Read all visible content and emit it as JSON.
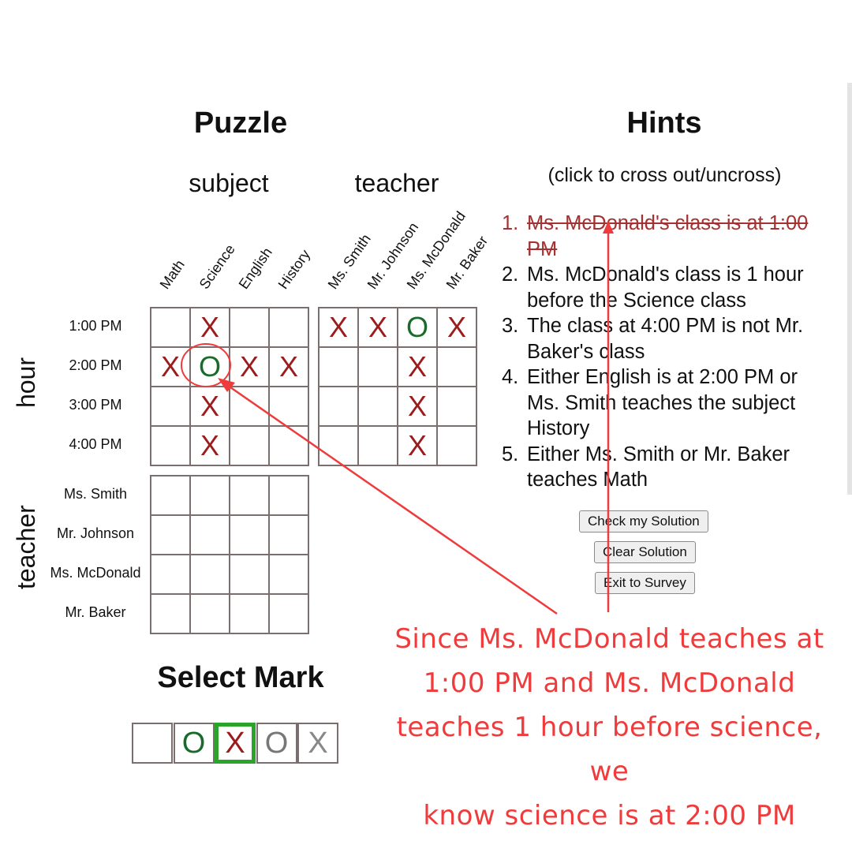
{
  "puzzle": {
    "title": "Puzzle",
    "subject_label": "subject",
    "teacher_label": "teacher",
    "hour_side_label": "hour",
    "teacher_side_label": "teacher",
    "subjects": [
      "Math",
      "Science",
      "English",
      "History"
    ],
    "teachers": [
      "Ms. Smith",
      "Mr. Johnson",
      "Ms. McDonald",
      "Mr. Baker"
    ],
    "hours": [
      "1:00 PM",
      "2:00 PM",
      "3:00 PM",
      "4:00 PM"
    ],
    "teacher_rows": [
      "Ms. Smith",
      "Mr. Johnson",
      "Ms. McDonald",
      "Mr. Baker"
    ],
    "hour_subject_marks": [
      [
        "",
        "X",
        "",
        ""
      ],
      [
        "X",
        "O",
        "X",
        "X"
      ],
      [
        "",
        "X",
        "",
        ""
      ],
      [
        "",
        "X",
        "",
        ""
      ]
    ],
    "hour_teacher_marks": [
      [
        "X",
        "X",
        "O",
        "X"
      ],
      [
        "",
        "",
        "X",
        ""
      ],
      [
        "",
        "",
        "X",
        ""
      ],
      [
        "",
        "",
        "X",
        ""
      ]
    ],
    "teacher_subject_marks": [
      [
        "",
        "",
        "",
        ""
      ],
      [
        "",
        "",
        "",
        ""
      ],
      [
        "",
        "",
        "",
        ""
      ],
      [
        "",
        "",
        "",
        ""
      ]
    ]
  },
  "hints": {
    "title": "Hints",
    "subtitle": "(click to cross out/uncross)",
    "items": [
      {
        "text": "Ms. McDonald's class is at 1:00 PM",
        "crossed": true
      },
      {
        "text": "Ms. McDonald's class is 1 hour before the Science class",
        "crossed": false
      },
      {
        "text": "The class at 4:00 PM is not Mr. Baker's class",
        "crossed": false
      },
      {
        "text": "Either English is at 2:00 PM or Ms. Smith teaches the subject History",
        "crossed": false
      },
      {
        "text": "Either Ms. Smith or Mr. Baker teaches Math",
        "crossed": false
      }
    ]
  },
  "buttons": {
    "check": "Check my Solution",
    "clear": "Clear Solution",
    "exit": "Exit to Survey"
  },
  "select_mark": {
    "title": "Select Mark",
    "options": [
      "",
      "O",
      "X",
      "O",
      "X"
    ],
    "selected_index": 2
  },
  "annotation": {
    "lines": [
      "Since Ms. McDonald teaches at",
      "1:00 PM and Ms. McDonald",
      "teaches 1 hour before science, we",
      "know science is at 2:00 PM"
    ],
    "color": "#ef3b3b"
  },
  "colors": {
    "x_mark": "#9b1c1c",
    "o_mark": "#1a6b2b",
    "grid_border": "#7a6e6e",
    "selected_border": "#2aa52a"
  }
}
